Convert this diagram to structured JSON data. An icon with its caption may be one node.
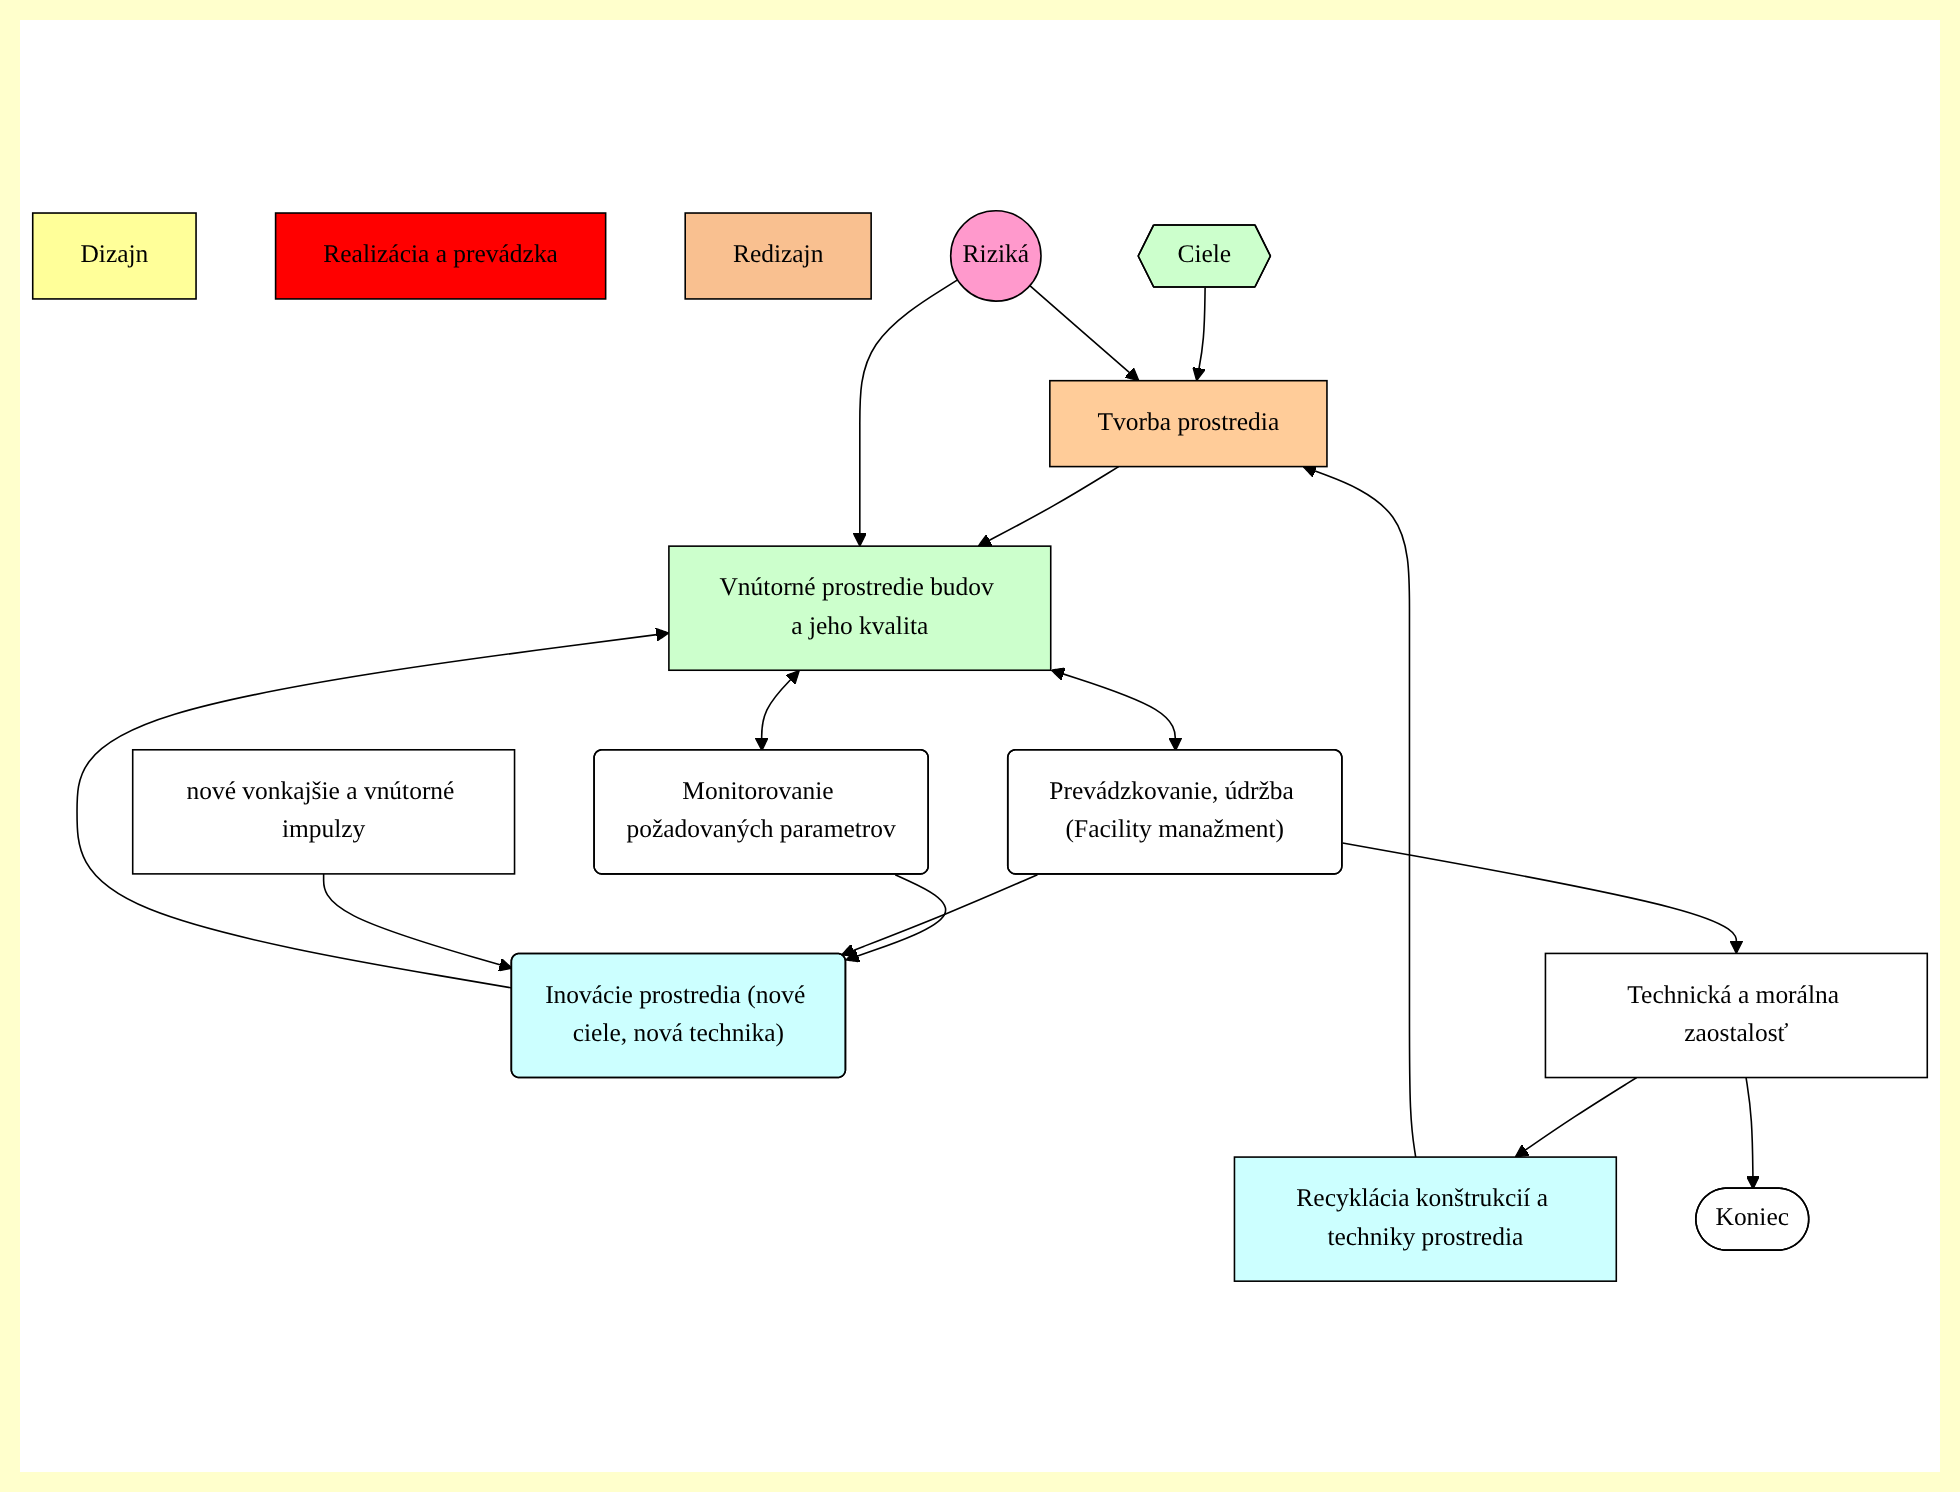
{
  "diagram": {
    "nodes": [
      {
        "text": [
          "Dizajn"
        ]
      },
      {
        "text": [
          "Realizácia a prevádzka"
        ]
      },
      {
        "text": [
          "Redizajn"
        ]
      },
      {
        "text": [
          "Ciele"
        ]
      },
      {
        "text": [
          "Tvorba prostredia"
        ]
      },
      {
        "text": [
          "Vnútorné prostredie budov a jeho kvalita"
        ]
      },
      {
        "text": [
          "Monitorovanie požadovaných parametrov"
        ]
      },
      {
        "text": [
          "Prevádzkovanie, údržba (Facility manažment)"
        ]
      },
      {
        "text": [
          "Inovácie prostredia (nové ciele, nová technika)"
        ]
      },
      {
        "text": [
          "Riziká"
        ]
      },
      {
        "text": [
          "Technická a morálna zaostalosť"
        ]
      },
      {
        "text": [
          "Recyklácia konštrukcií a techniky prostredia"
        ]
      },
      {
        "text": [
          "Koniec"
        ]
      },
      {
        "text": [
          "nové vonkajšie a vnútorné impulzy"
        ]
      }
    ],
    "edges": [
      {
        "from": 3,
        "to": 4,
        "arrow": "to"
      },
      {
        "from": 4,
        "to": 5,
        "arrow": "to"
      },
      {
        "from": 5,
        "to": 6,
        "arrow": "both"
      },
      {
        "from": 5,
        "to": 7,
        "arrow": "both"
      },
      {
        "from": 6,
        "to": 8,
        "arrow": "to"
      },
      {
        "from": 7,
        "to": 8,
        "arrow": "to"
      },
      {
        "from": 8,
        "to": 5,
        "arrow": "to"
      },
      {
        "from": 9,
        "to": 4,
        "arrow": "to"
      },
      {
        "from": 9,
        "to": 5,
        "arrow": "to"
      },
      {
        "from": 7,
        "to": 10,
        "arrow": "to"
      },
      {
        "from": 10,
        "to": 11,
        "arrow": "to"
      },
      {
        "from": 10,
        "to": 12,
        "arrow": "to"
      },
      {
        "from": 11,
        "to": 4,
        "arrow": "to"
      },
      {
        "from": 13,
        "to": 8,
        "arrow": "to"
      }
    ]
  }
}
